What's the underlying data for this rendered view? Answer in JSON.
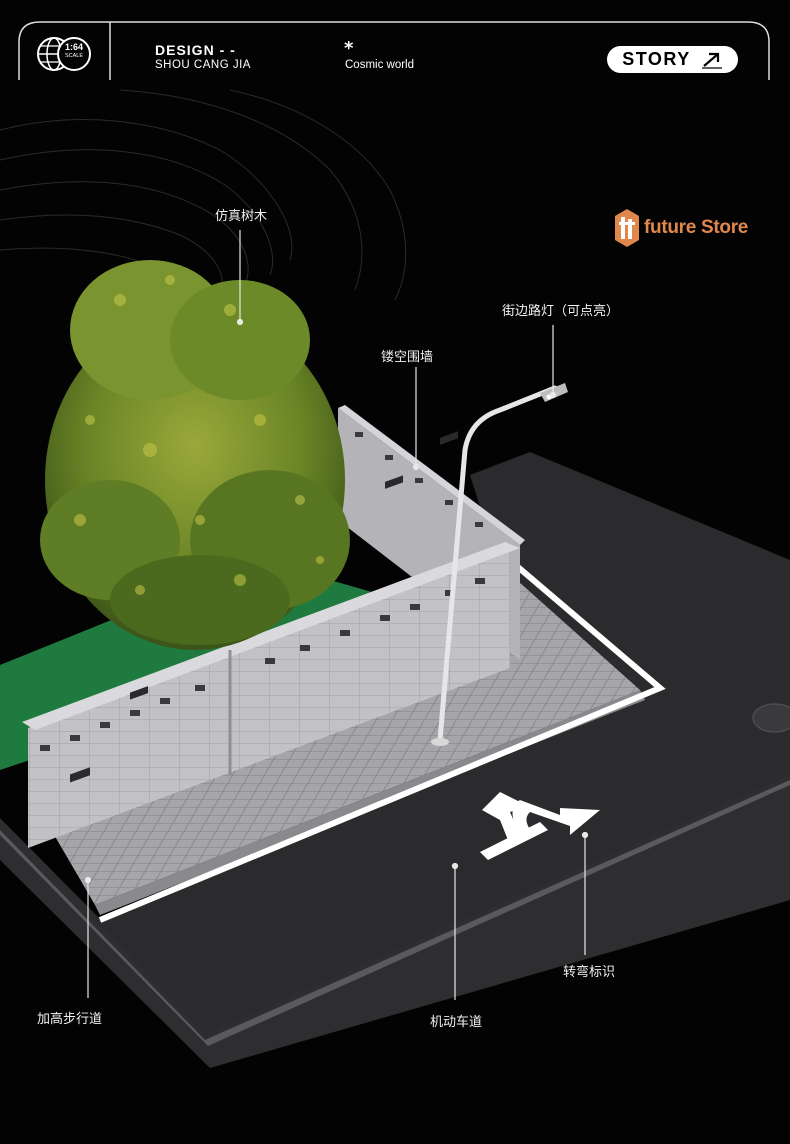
{
  "header": {
    "scale_badge": "1:64",
    "scale_badge_sub": "SCALE",
    "design_title": "DESIGN - -",
    "design_subtitle": "SHOU CANG JIA",
    "star_mark": "*",
    "cosmic_text": "Cosmic world",
    "story_button": "STORY"
  },
  "logo": {
    "mark": "ft",
    "text": "future Store",
    "color": "#e0884c"
  },
  "labels": {
    "tree": "仿真树木",
    "street_lamp": "街边路灯（可点亮）",
    "hollow_wall": "镂空围墙",
    "turn_marking": "转弯标识",
    "sidewalk": "加高步行道",
    "motor_lane": "机动车道"
  },
  "colors": {
    "background": "#030303",
    "road": "#2b2b2d",
    "grass": "#1f7a3f",
    "wall": "#b9b9bd",
    "pavement": "#a3a3a7",
    "tree": "#6f8a2a"
  }
}
